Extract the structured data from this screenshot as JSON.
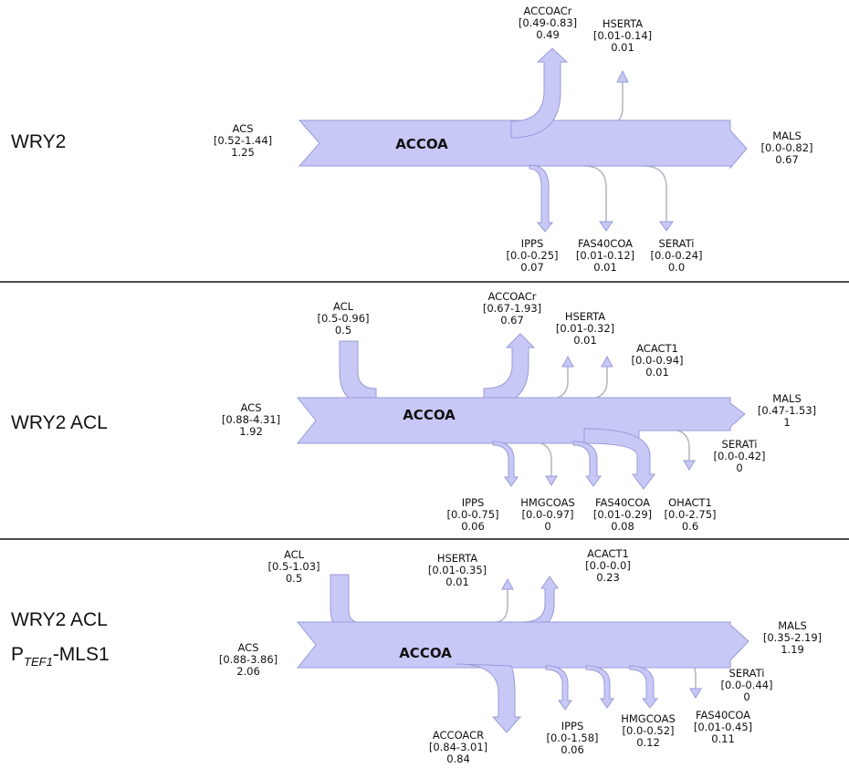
{
  "colors": {
    "band_fill": "#c8c8f7",
    "band_stroke": "#9a9ad8",
    "thin_line": "#b8b8c4",
    "divider": "#111111",
    "text": "#111111"
  },
  "panels": [
    {
      "strain_lines": [
        "WRY2"
      ],
      "node": "ACCOA",
      "fluxes": [
        {
          "name": "ACS",
          "range": "[0.52-1.44]",
          "value": "1.25"
        },
        {
          "name": "ACCOACr",
          "range": "[0.49-0.83]",
          "value": "0.49"
        },
        {
          "name": "HSERTA",
          "range": "[0.01-0.14]",
          "value": "0.01"
        },
        {
          "name": "MALS",
          "range": "[0.0-0.82]",
          "value": "0.67"
        },
        {
          "name": "IPPS",
          "range": "[0.0-0.25]",
          "value": "0.07"
        },
        {
          "name": "FAS40COA",
          "range": "[0.01-0.12]",
          "value": "0.01"
        },
        {
          "name": "SERATi",
          "range": "[0.0-0.24]",
          "value": "0.0"
        }
      ]
    },
    {
      "strain_lines": [
        "WRY2 ACL"
      ],
      "node": "ACCOA",
      "fluxes": [
        {
          "name": "ACL",
          "range": "[0.5-0.96]",
          "value": "0.5"
        },
        {
          "name": "ACCOACr",
          "range": "[0.67-1.93]",
          "value": "0.67"
        },
        {
          "name": "HSERTA",
          "range": "[0.01-0.32]",
          "value": "0.01"
        },
        {
          "name": "ACACT1",
          "range": "[0.0-0.94]",
          "value": "0.01"
        },
        {
          "name": "ACS",
          "range": "[0.88-4.31]",
          "value": "1.92"
        },
        {
          "name": "MALS",
          "range": "[0.47-1.53]",
          "value": "1"
        },
        {
          "name": "SERATi",
          "range": "[0.0-0.42]",
          "value": "0"
        },
        {
          "name": "IPPS",
          "range": "[0.0-0.75]",
          "value": "0.06"
        },
        {
          "name": "HMGCOAS",
          "range": "[0.0-0.97]",
          "value": "0"
        },
        {
          "name": "FAS40COA",
          "range": "[0.01-0.29]",
          "value": "0.08"
        },
        {
          "name": "OHACT1",
          "range": "[0.0-2.75]",
          "value": "0.6"
        }
      ]
    },
    {
      "strain_lines": [
        "WRY2 ACL",
        "P",
        "TEF1",
        "-MLS1"
      ],
      "node": "ACCOA",
      "fluxes": [
        {
          "name": "ACL",
          "range": "[0.5-1.03]",
          "value": "0.5"
        },
        {
          "name": "HSERTA",
          "range": "[0.01-0.35]",
          "value": "0.01"
        },
        {
          "name": "ACACT1",
          "range": "[0.0-0.0]",
          "value": "0.23"
        },
        {
          "name": "ACS",
          "range": "[0.88-3.86]",
          "value": "2.06"
        },
        {
          "name": "MALS",
          "range": "[0.35-2.19]",
          "value": "1.19"
        },
        {
          "name": "SERATi",
          "range": "[0.0-0.44]",
          "value": "0"
        },
        {
          "name": "ACCOACR",
          "range": "[0.84-3.01]",
          "value": "0.84"
        },
        {
          "name": "IPPS",
          "range": "[0.0-1.58]",
          "value": "0.06"
        },
        {
          "name": "HMGCOAS",
          "range": "[0.0-0.52]",
          "value": "0.12"
        },
        {
          "name": "FAS40COA",
          "range": "[0.01-0.45]",
          "value": "0.11"
        }
      ]
    }
  ]
}
